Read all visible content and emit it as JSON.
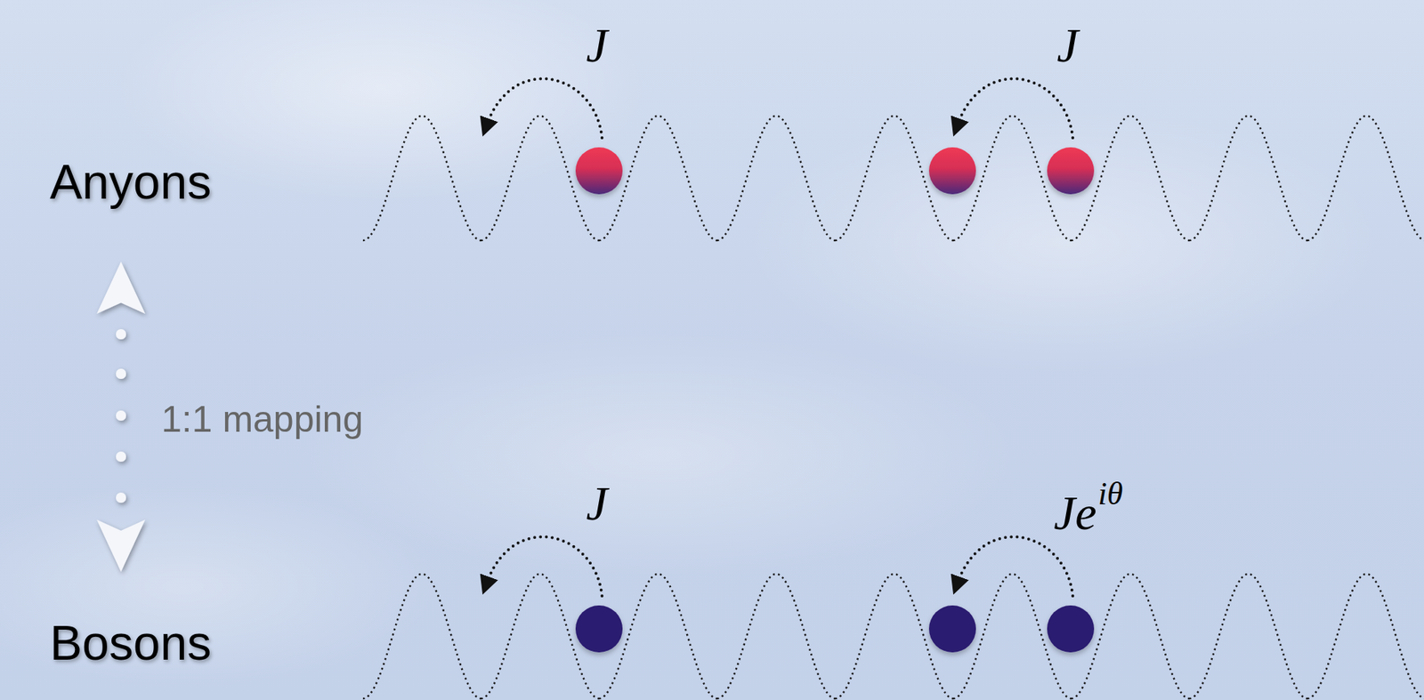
{
  "diagram": {
    "labels": [
      "J",
      "J",
      "Anyons",
      "1:1 mapping",
      "J",
      "Je",
      "iθ",
      "Bosons"
    ]
  }
}
